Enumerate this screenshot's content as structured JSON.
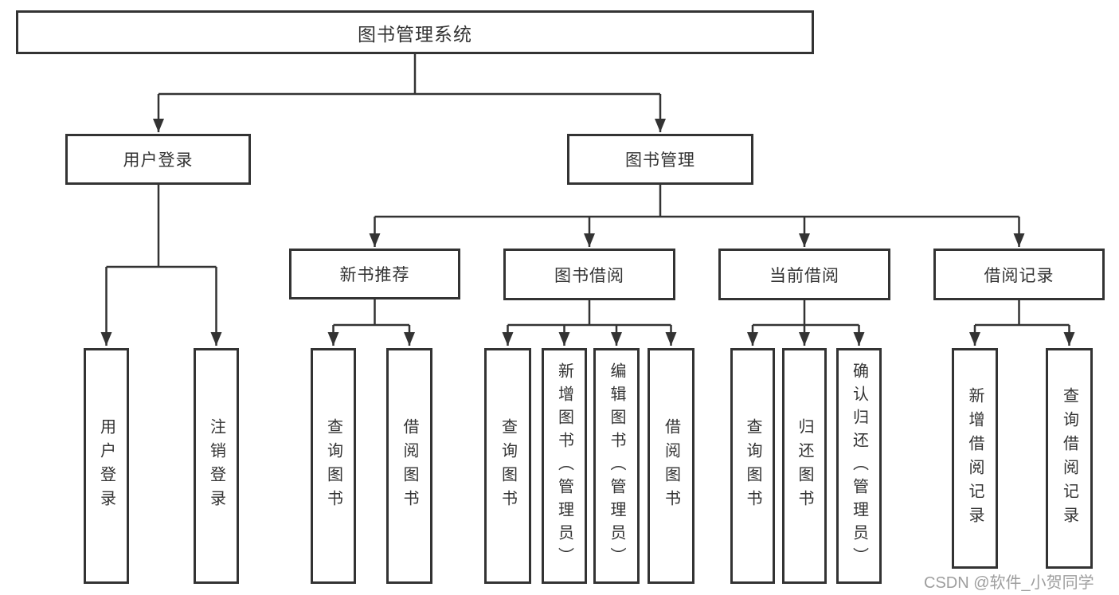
{
  "root": {
    "label": "图书管理系统"
  },
  "user_login": {
    "label": "用户登录",
    "children": [
      {
        "label": "用户登录"
      },
      {
        "label": "注销登录"
      }
    ]
  },
  "book_management": {
    "label": "图书管理",
    "children": [
      {
        "label": "新书推荐",
        "children": [
          {
            "label": "查询图书"
          },
          {
            "label": "借阅图书"
          }
        ]
      },
      {
        "label": "图书借阅",
        "children": [
          {
            "label": "查询图书"
          },
          {
            "label": "新增图书（管理员）"
          },
          {
            "label": "编辑图书（管理员）"
          },
          {
            "label": "借阅图书"
          }
        ]
      },
      {
        "label": "当前借阅",
        "children": [
          {
            "label": "查询图书"
          },
          {
            "label": "归还图书"
          },
          {
            "label": "确认归还（管理员）"
          }
        ]
      },
      {
        "label": "借阅记录",
        "children": [
          {
            "label": "新增借阅记录"
          },
          {
            "label": "查询借阅记录"
          }
        ]
      }
    ]
  },
  "watermark": {
    "text": "CSDN @软件_小贺同学",
    "color": "#9e9e9e"
  },
  "colors": {
    "line": "#333333",
    "border": "#333333",
    "text": "#333333",
    "background": "#ffffff"
  }
}
